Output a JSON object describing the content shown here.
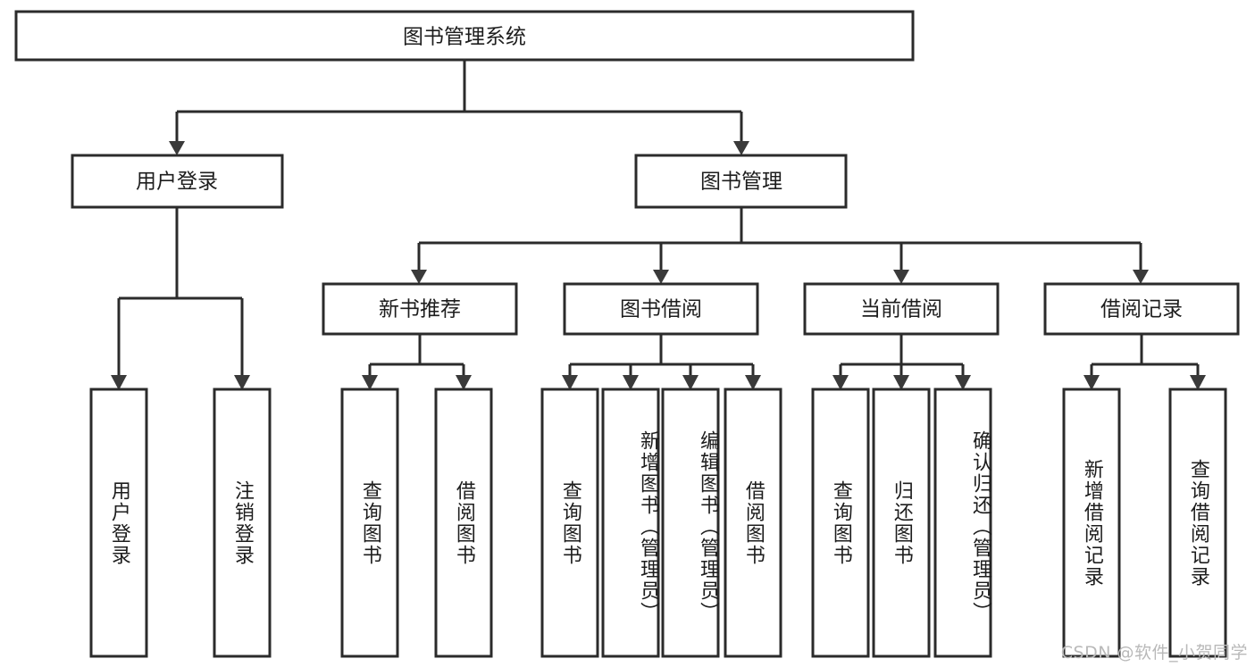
{
  "diagram": {
    "title": "图书管理系统",
    "type": "hierarchy-tree",
    "watermark": "CSDN @软件_小贺同学",
    "colors": {
      "box_stroke": "#2b2b2b",
      "box_fill": "#ffffff",
      "connector": "#2b2b2b",
      "text": "#1d1d1d",
      "watermark": "#b9b9b9",
      "background": "#ffffff"
    },
    "root": {
      "id": "root",
      "label": "图书管理系统"
    },
    "level2": [
      {
        "id": "user-login",
        "label": "用户登录"
      },
      {
        "id": "book-manage",
        "label": "图书管理"
      }
    ],
    "level3": [
      {
        "id": "new-book-recommend",
        "label": "新书推荐"
      },
      {
        "id": "book-borrow",
        "label": "图书借阅"
      },
      {
        "id": "current-borrow",
        "label": "当前借阅"
      },
      {
        "id": "borrow-record",
        "label": "借阅记录"
      }
    ],
    "leaves": {
      "user_login": [
        {
          "id": "leaf-user-login",
          "label": "用户登录"
        },
        {
          "id": "leaf-logout-login",
          "label": "注销登录"
        }
      ],
      "new_book_recommend": [
        {
          "id": "leaf-query-book-1",
          "label": "查询图书"
        },
        {
          "id": "leaf-borrow-book-1",
          "label": "借阅图书"
        }
      ],
      "book_borrow": [
        {
          "id": "leaf-query-book-2",
          "label": "查询图书"
        },
        {
          "id": "leaf-add-book",
          "label": "新增图书（管理员）"
        },
        {
          "id": "leaf-edit-book",
          "label": "编辑图书（管理员）"
        },
        {
          "id": "leaf-borrow-book-2",
          "label": "借阅图书"
        }
      ],
      "current_borrow": [
        {
          "id": "leaf-query-book-3",
          "label": "查询图书"
        },
        {
          "id": "leaf-return-book",
          "label": "归还图书"
        },
        {
          "id": "leaf-confirm-return",
          "label": "确认归还（管理员）"
        }
      ],
      "borrow_record": [
        {
          "id": "leaf-add-record",
          "label": "新增借阅记录"
        },
        {
          "id": "leaf-query-record",
          "label": "查询借阅记录"
        }
      ]
    }
  }
}
